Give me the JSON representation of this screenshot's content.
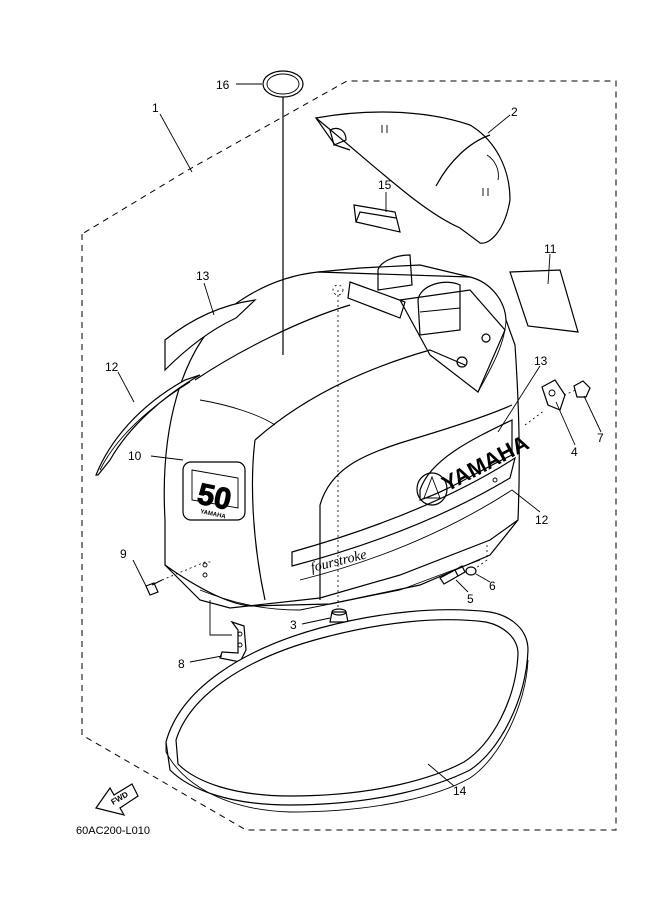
{
  "diagram": {
    "drawing_code": "60AC200-L010",
    "callouts": [
      "1",
      "2",
      "3",
      "4",
      "5",
      "6",
      "7",
      "8",
      "9",
      "10",
      "11",
      "12",
      "12",
      "13",
      "13",
      "14",
      "15",
      "16"
    ],
    "marks": {
      "brand": "YAMAHA",
      "fourstroke": "fourstroke",
      "horsepower": "50",
      "small_brand": "YAMAHA",
      "fwd": "FWD"
    }
  }
}
